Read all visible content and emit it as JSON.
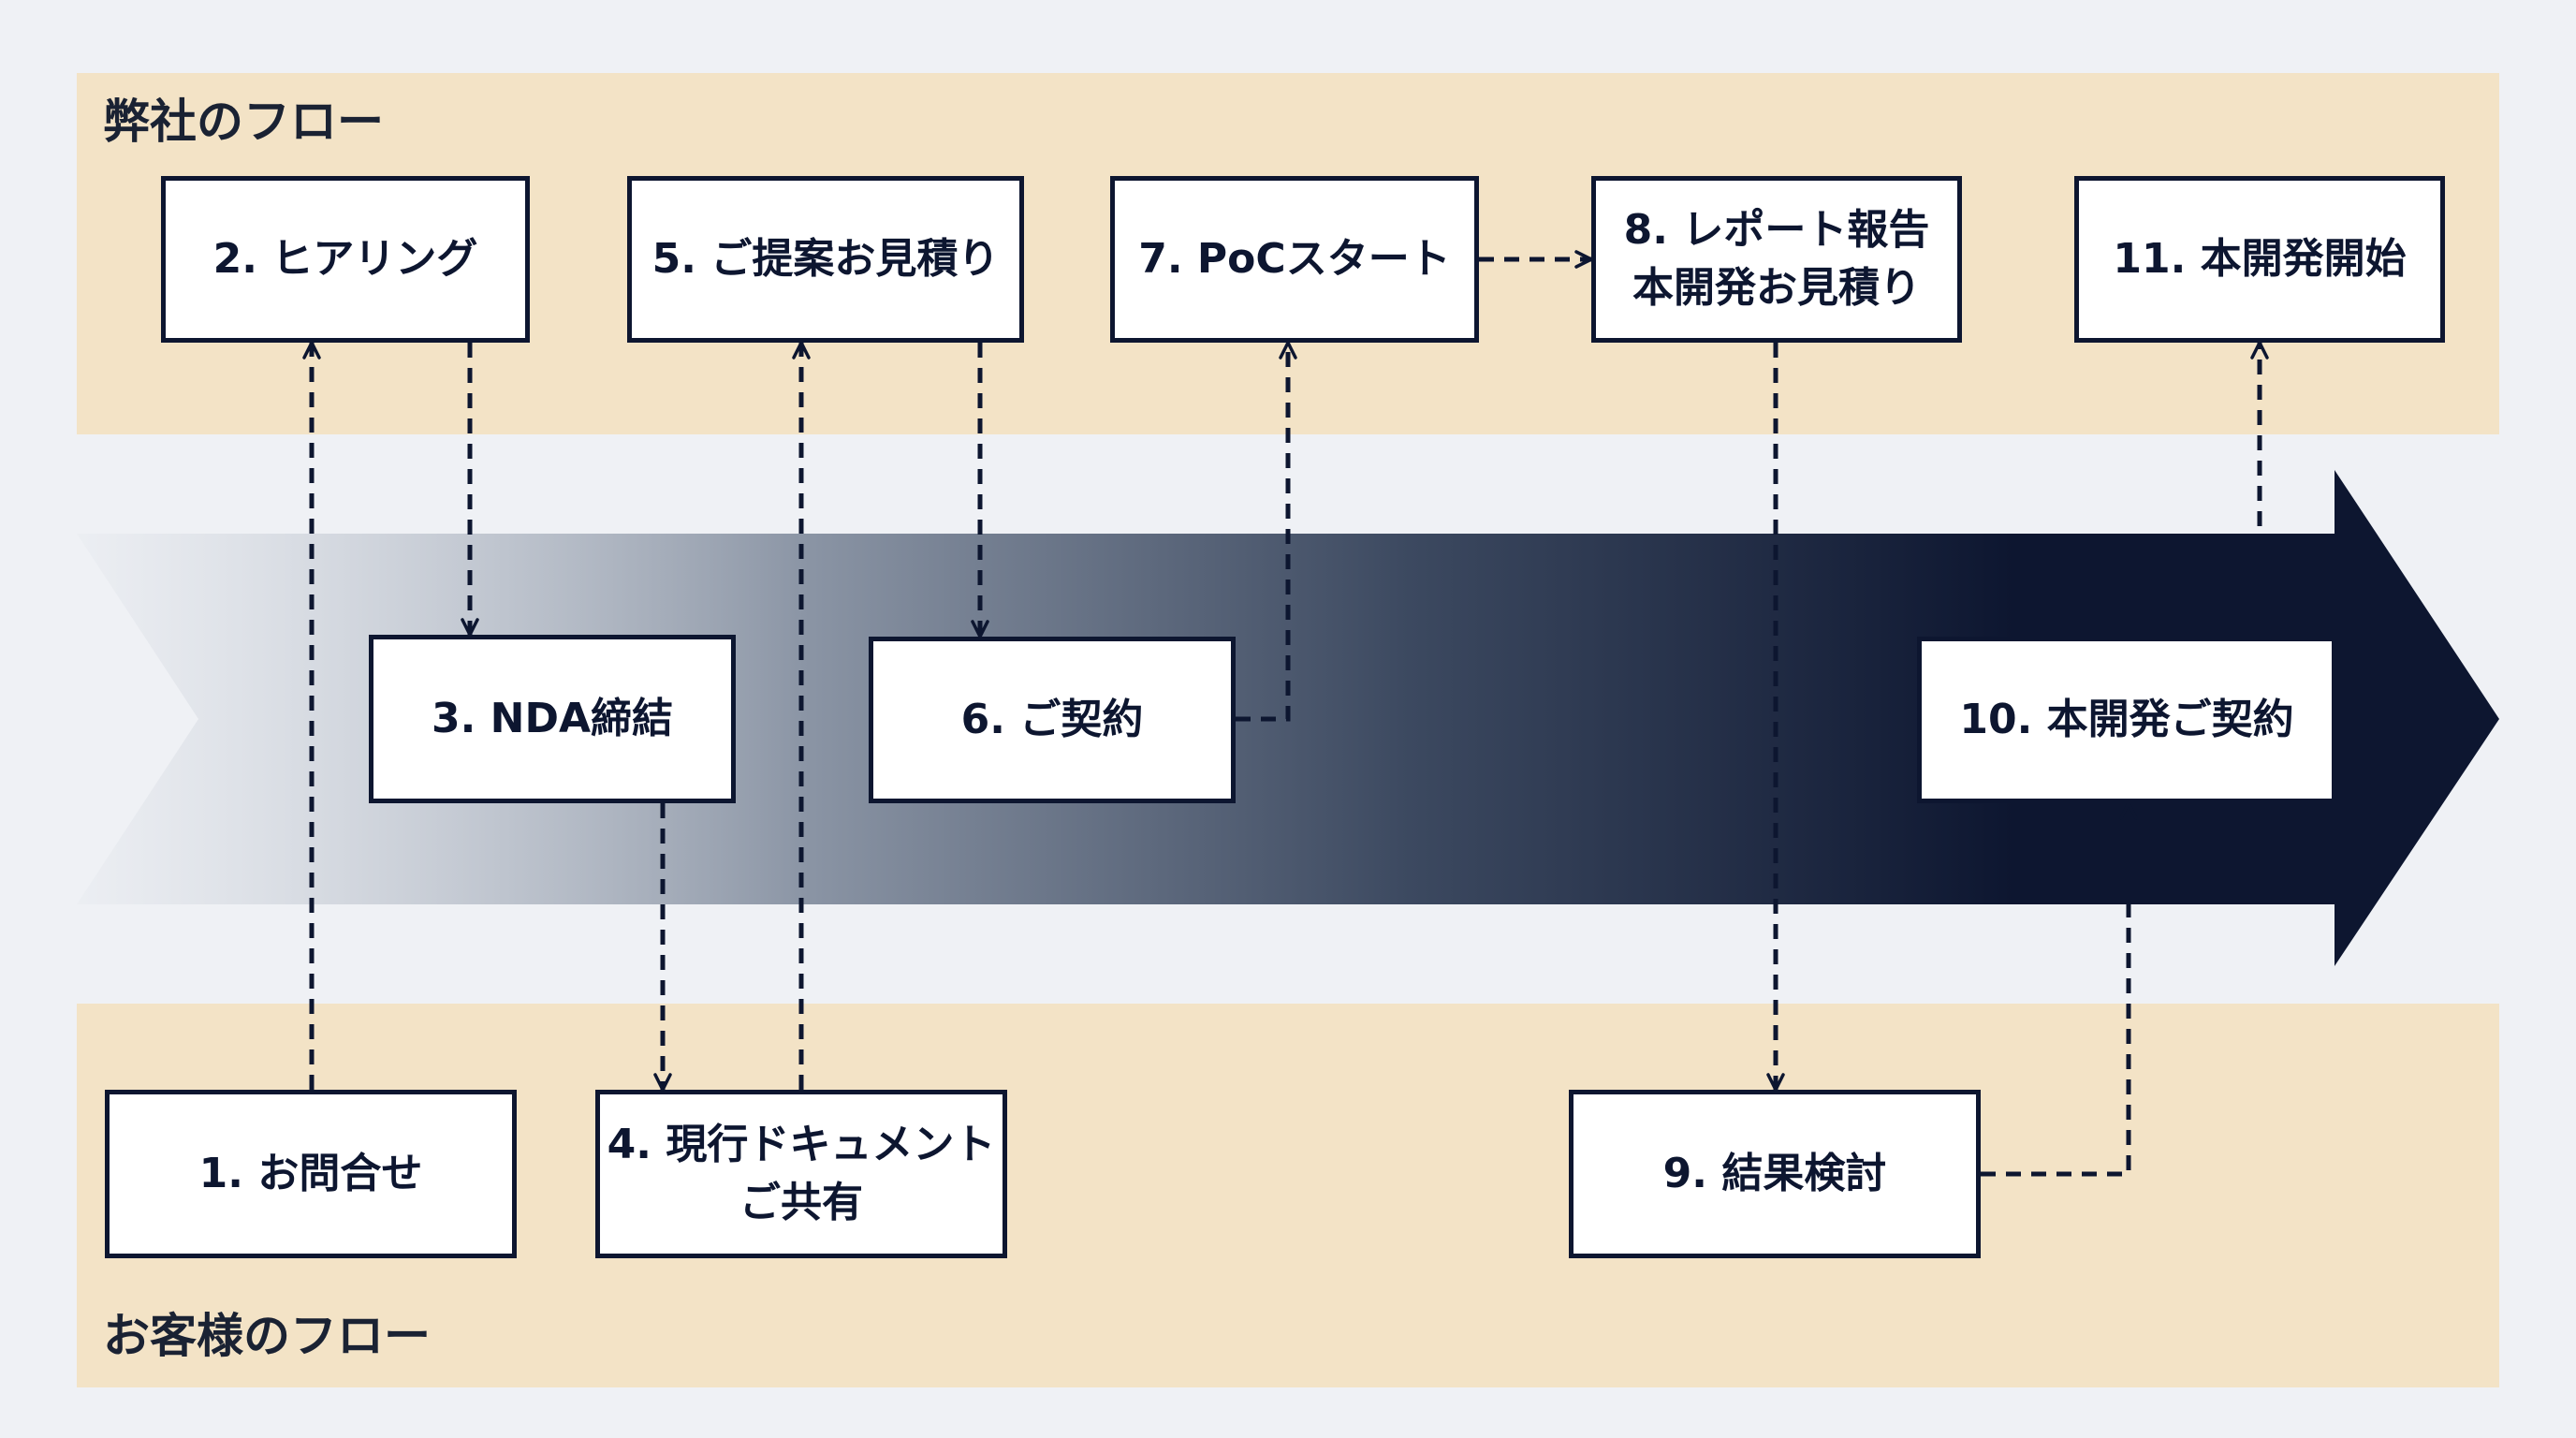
{
  "lanes": {
    "company": {
      "label": "弊社のフロー"
    },
    "customer": {
      "label": "お客様のフロー"
    }
  },
  "colors": {
    "lane_background": "#f3e3c6",
    "page_background": "#eff1f5",
    "box_border": "#0d1630",
    "box_text": "#0d1630",
    "connector": "#0d1630",
    "progress_arrow_start": "#e8ebf0",
    "progress_arrow_end": "#0d1630"
  },
  "steps": {
    "s1": {
      "lines": [
        "1. お問合せ"
      ]
    },
    "s2": {
      "lines": [
        "2. ヒアリング"
      ]
    },
    "s3": {
      "lines": [
        "3. NDA締結"
      ]
    },
    "s4": {
      "lines": [
        "4. 現行ドキュメント",
        "ご共有"
      ]
    },
    "s5": {
      "lines": [
        "5. ご提案お見積り"
      ]
    },
    "s6": {
      "lines": [
        "6. ご契約"
      ]
    },
    "s7": {
      "lines": [
        "7. PoCスタート"
      ]
    },
    "s8": {
      "lines": [
        "8. レポート報告",
        "本開発お見積り"
      ]
    },
    "s9": {
      "lines": [
        "9. 結果検討"
      ]
    },
    "s10": {
      "lines": [
        "10. 本開発ご契約"
      ]
    },
    "s11": {
      "lines": [
        "11. 本開発開始"
      ]
    }
  },
  "connectors": [
    {
      "from": "s1",
      "to": "s2"
    },
    {
      "from": "s2",
      "to": "s3"
    },
    {
      "from": "s3",
      "to": "s4"
    },
    {
      "from": "s4",
      "to": "s5"
    },
    {
      "from": "s5",
      "to": "s6"
    },
    {
      "from": "s6",
      "to": "s7"
    },
    {
      "from": "s7",
      "to": "s8"
    },
    {
      "from": "s8",
      "to": "s9"
    },
    {
      "from": "s9",
      "to": "s10"
    },
    {
      "from": "s10",
      "to": "s11"
    }
  ]
}
